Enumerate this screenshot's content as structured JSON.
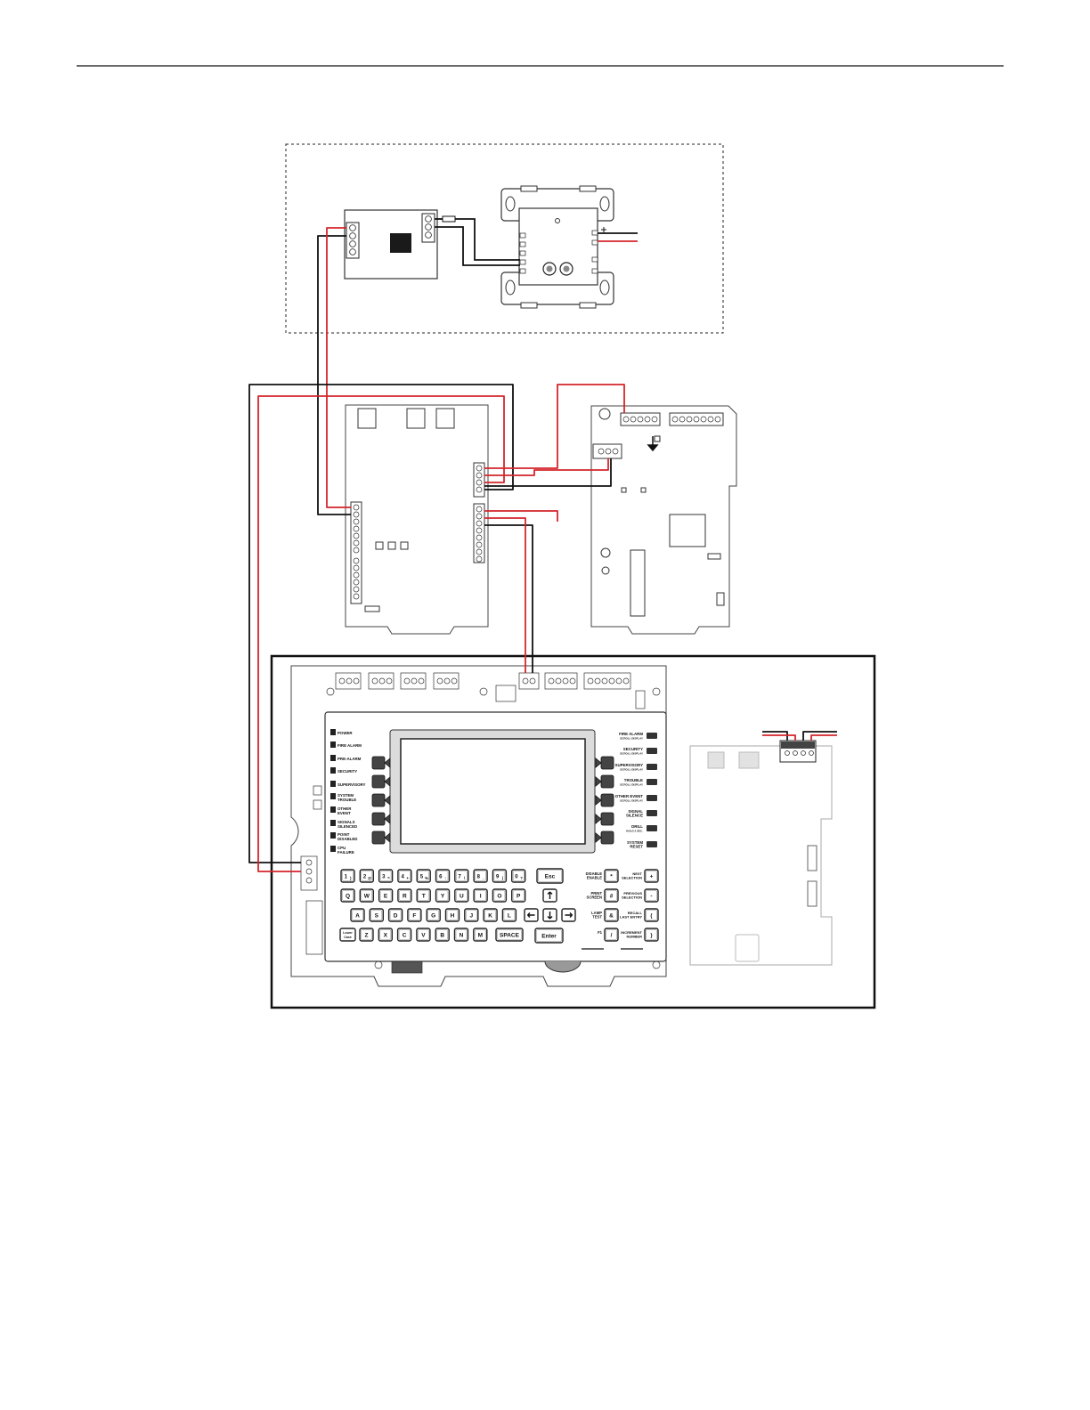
{
  "colors": {
    "wire_red": "#d4262b",
    "wire_black": "#111111",
    "board_outline": "#444444",
    "board_fill": "#ffffff",
    "display_frame": "#cfcfcf",
    "led": "#222222"
  },
  "control_panel": {
    "leds_left": [
      {
        "text": "POWER"
      },
      {
        "text": "FIRE ALARM"
      },
      {
        "text": "PRE-ALARM"
      },
      {
        "text": "SECURITY"
      },
      {
        "text": "SUPERVISORY"
      },
      {
        "text": "SYSTEM",
        "text2": "TROUBLE"
      },
      {
        "text": "OTHER",
        "text2": "EVENT"
      },
      {
        "text": "SIGNALS",
        "text2": "SILENCED"
      },
      {
        "text": "POINT",
        "text2": "DISABLED"
      },
      {
        "text": "CPU",
        "text2": "FAILURE"
      }
    ],
    "leds_right": [
      {
        "text": "FIRE ALARM",
        "text2": "SCROLL DISPLAY"
      },
      {
        "text": "SECURITY",
        "text2": "SCROLL DISPLAY"
      },
      {
        "text": "SUPERVISORY",
        "text2": "SCROLL DISPLAY"
      },
      {
        "text": "TROUBLE",
        "text2": "SCROLL DISPLAY"
      },
      {
        "text": "OTHER EVENT",
        "text2": "SCROLL DISPLAY"
      },
      {
        "text": "SIGNAL",
        "text2": "SILENCE"
      },
      {
        "text": "DRILL",
        "text2": "HOLD 2 SEC."
      },
      {
        "text": "SYSTEM",
        "text2": "RESET"
      }
    ],
    "keys_row1": [
      "1",
      "2",
      "3",
      "4",
      "5",
      "6",
      "7",
      "8",
      "9",
      "0"
    ],
    "keys_row1_sub": [
      ")",
      "@",
      "=",
      "+",
      "%",
      ":",
      "\\",
      ".",
      "|",
      "?"
    ],
    "esc_label": "Esc",
    "keys_row2": [
      "Q",
      "W",
      "E",
      "R",
      "T",
      "Y",
      "U",
      "I",
      "O",
      "P"
    ],
    "keys_row3": [
      "A",
      "S",
      "D",
      "F",
      "G",
      "H",
      "J",
      "K",
      "L"
    ],
    "keys_row4": [
      "Z",
      "X",
      "C",
      "V",
      "B",
      "N",
      "M"
    ],
    "lower_case_label": "Lower\nCase",
    "space_label": "SPACE",
    "enter_label": "Enter",
    "fn_keys": [
      {
        "key": "*",
        "text": "DISABLE",
        "text2": "ENABLE",
        "rtext": "NEXT",
        "rtext2": "SELECTION",
        "rkey": "+"
      },
      {
        "key": "#",
        "text": "PRINT",
        "text2": "SCREEN",
        "rtext": "PREVIOUS",
        "rtext2": "SELECTION",
        "rkey": "-"
      },
      {
        "key": "&",
        "text": "LAMP",
        "text2": "TEST",
        "rtext": "RECALL",
        "rtext2": "LAST ENTRY",
        "rkey": "("
      },
      {
        "key": "/",
        "text": "F1",
        "text2": "",
        "rtext": "INCREMENT",
        "rtext2": "NUMBER",
        "rkey": ")"
      }
    ]
  }
}
